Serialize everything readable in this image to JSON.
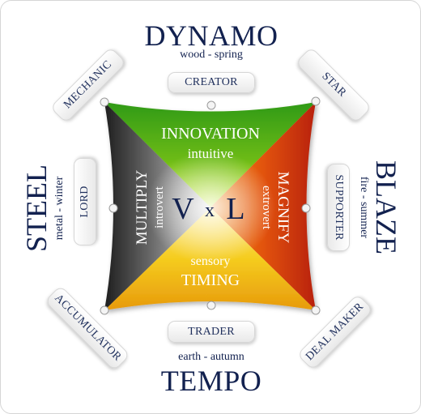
{
  "top": {
    "name": "DYNAMO",
    "season": "wood - spring",
    "role": "CREATOR"
  },
  "right": {
    "name": "BLAZE",
    "season": "fire - summer",
    "role": "SUPPORTER"
  },
  "bottom": {
    "name": "TEMPO",
    "season": "earth - autumn",
    "role": "TRADER"
  },
  "left": {
    "name": "STEEL",
    "season": "metal - winter",
    "role": "LORD"
  },
  "corners": {
    "top_left": "MECHANIC",
    "top_right": "STAR",
    "bottom_right": "DEAL MAKER",
    "bottom_left": "ACCUMULATOR"
  },
  "quadrants": {
    "top": {
      "title": "INNOVATION",
      "subtitle": "intuitive",
      "color": "#7cc21a"
    },
    "right": {
      "title": "MAGNIFY",
      "subtitle": "extrovert",
      "color": "#e0520f"
    },
    "bottom": {
      "title": "TIMING",
      "subtitle": "sensory",
      "color": "#f1c418"
    },
    "left": {
      "title": "MULTIPLY",
      "subtitle": "introvert",
      "color": "#7d7d7d"
    }
  },
  "center": {
    "v": "V",
    "x": "x",
    "l": "L"
  },
  "colors": {
    "text": "#12214f"
  }
}
